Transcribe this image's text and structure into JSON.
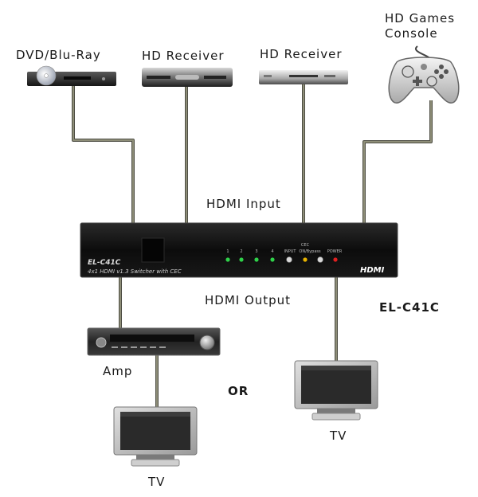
{
  "sources": {
    "dvd": {
      "label": "DVD/Blu-Ray"
    },
    "receiver1": {
      "label": "HD Receiver"
    },
    "receiver2": {
      "label": "HD Receiver"
    },
    "games": {
      "label_line1": "HD Games",
      "label_line2": "Console"
    }
  },
  "switcher": {
    "model": "EL-C41C",
    "subtitle": "4x1 HDMI v1.3 Switcher with CEC",
    "ports": [
      "1",
      "2",
      "3",
      "4"
    ],
    "input_label": "INPUT",
    "cec_label_top": "CEC",
    "cec_label_bottom": "ON/Bypass",
    "power_label": "POWER",
    "hdmi_logo": "HDMI"
  },
  "labels": {
    "hdmi_input": "HDMI Input",
    "hdmi_output": "HDMI Output",
    "model_caption": "EL-C41C",
    "or": "OR"
  },
  "outputs": {
    "amp": {
      "label": "Amp"
    },
    "tv_left": {
      "label": "TV"
    },
    "tv_right": {
      "label": "TV"
    }
  },
  "colors": {
    "cable": "#7a7a66",
    "switcher_body": "#111111",
    "led_green": "#2fd14a",
    "led_amber": "#e8b400",
    "led_red": "#e02020"
  }
}
